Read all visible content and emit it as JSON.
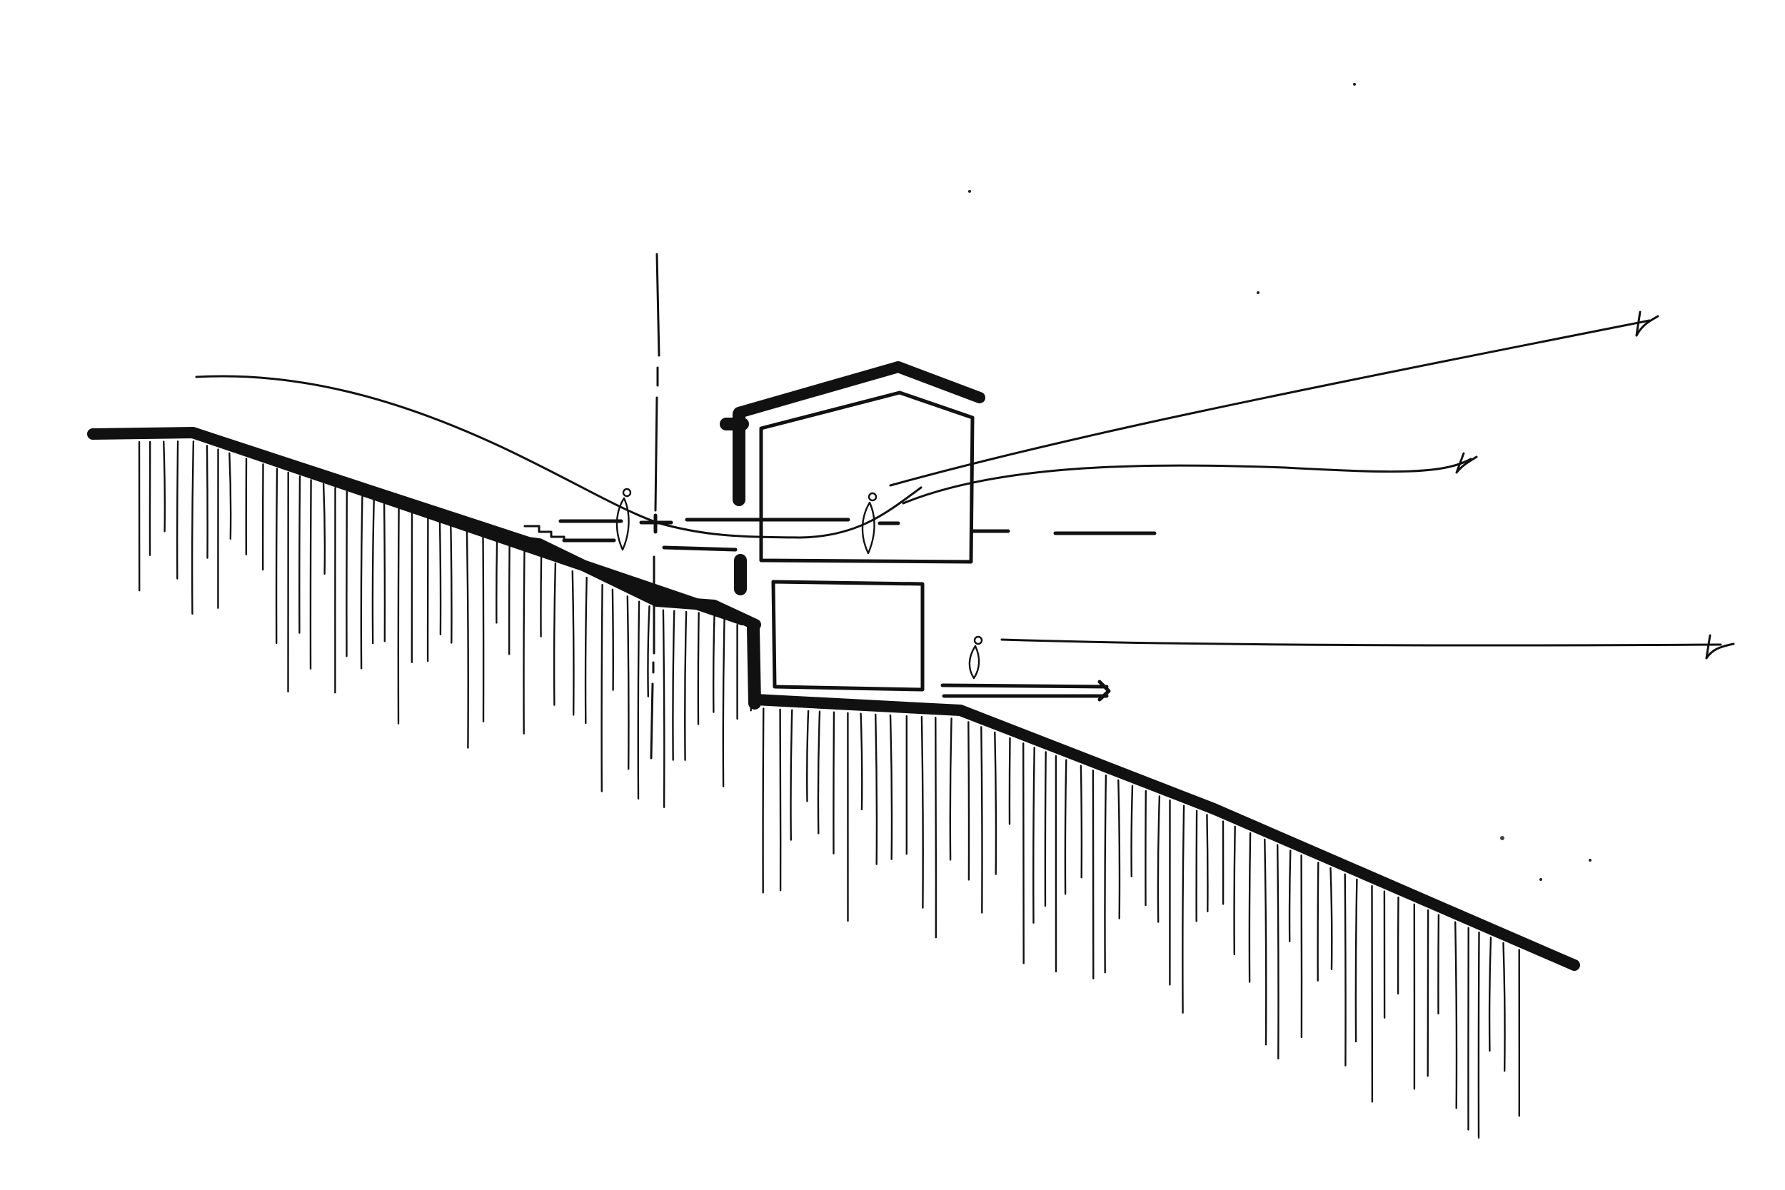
{
  "drawing": {
    "kind": "architectural-section-sketch",
    "ink_color": "#111111",
    "paper_color": "#ffffff",
    "elements": [
      "ground-line",
      "earth-hatching",
      "house-roof",
      "upper-storey-box",
      "lower-storey-box",
      "retaining-wall",
      "terrace-slab",
      "datum-line",
      "vertical-axis",
      "view-lines",
      "standing-figures",
      "eye-markers"
    ]
  }
}
